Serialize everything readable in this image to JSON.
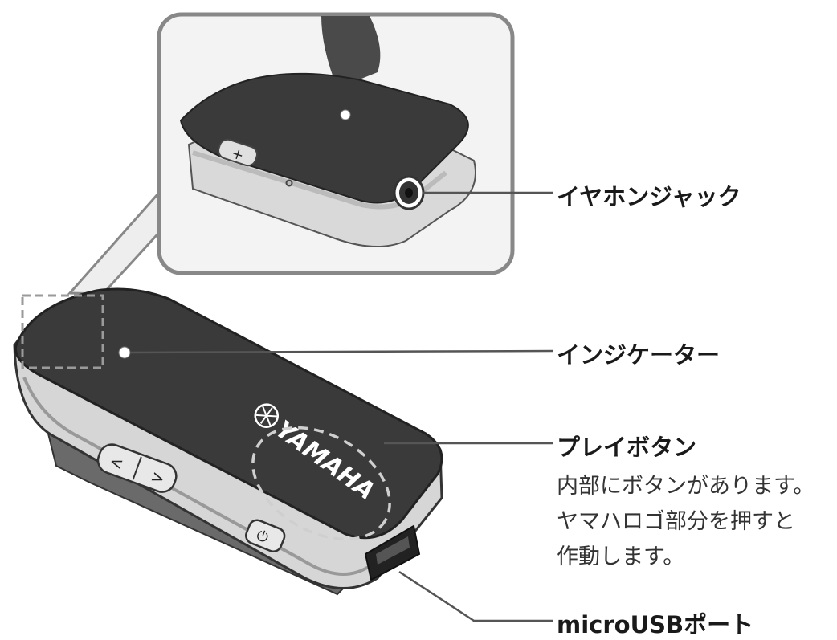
{
  "labels": {
    "earphone_jack": "イヤホンジャック",
    "indicator": "インジケーター",
    "play_button": "プレイボタン",
    "play_button_desc_1": "内部にボタンがあります。",
    "play_button_desc_2": "ヤマハロゴ部分を押すと",
    "play_button_desc_3": "作動します。",
    "micro_usb_port": "microUSBポート"
  },
  "device": {
    "brand_logo": "YAMAHA",
    "key_plus": "+",
    "key_prev": "<",
    "key_next": ">",
    "key_power": "⏻"
  },
  "colors": {
    "device_body": "#3a3a3a",
    "device_edge": "#9a9a9a",
    "leader_line": "#555555",
    "dashed": "#9a9a9a",
    "text": "#1a1a1a"
  }
}
